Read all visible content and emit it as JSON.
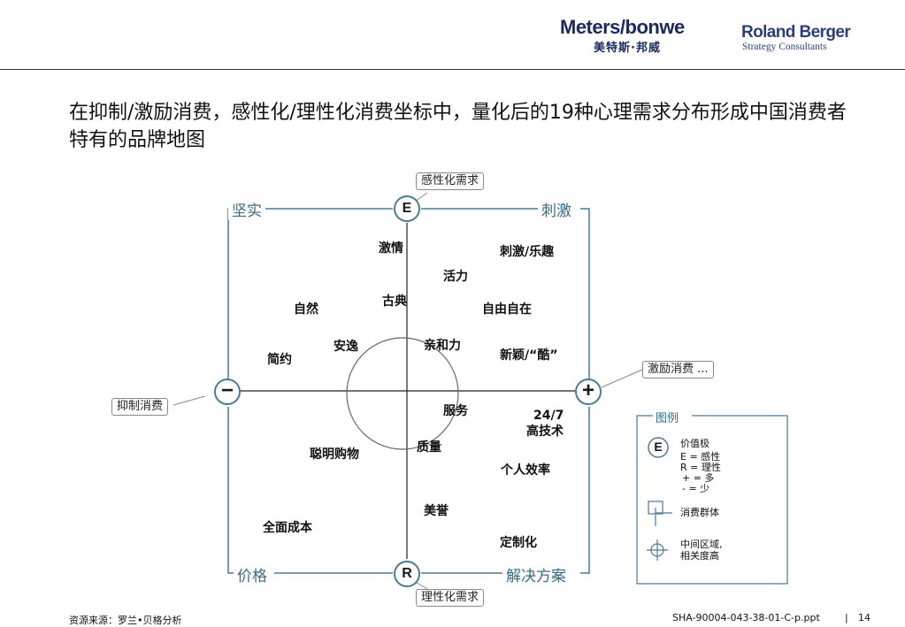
{
  "header": {
    "brand_en": "Meters/bonwe",
    "brand_cn": "美特斯·邦威",
    "consultant_name": "Roland Berger",
    "consultant_sub": "Strategy Consultants"
  },
  "title": "在抑制/激励消费，感性化/理性化消费坐标中，量化后的19种心理需求分布形成中国消费者特有的品牌地图",
  "axes": {
    "top_callout": "感性化需求",
    "bottom_callout": "理性化需求",
    "left_callout": "抑制消费",
    "right_callout": "激励消费 ...",
    "top_pole": "E",
    "bottom_pole": "R",
    "left_pole": "−",
    "right_pole": "+"
  },
  "quadrants": {
    "top_left": "坚实",
    "top_right": "刺激",
    "bottom_left": "价格",
    "bottom_right": "解决方案"
  },
  "needs": [
    "激情",
    "刺激/乐趣",
    "活力",
    "古典",
    "自然",
    "自由自在",
    "安逸",
    "亲和力",
    "新颖/“酷”",
    "简约",
    "服务",
    "24/7",
    "高技术",
    "质量",
    "聪明购物",
    "个人效率",
    "美誉",
    "全面成本",
    "定制化"
  ],
  "legend": {
    "title": "图例",
    "pole_symbol": "E",
    "pole_heading": "价值极",
    "pole_lines": [
      "E = 感性",
      "R = 理性",
      "+ = 多",
      "- = 少"
    ],
    "cluster_text": "消费群体",
    "center_lines": [
      "中间区域,",
      "相关度高"
    ]
  },
  "footer": {
    "source": "资源来源：罗兰•贝格分析",
    "doc_id": "SHA-90004-043-38-01-C-p.ppt",
    "separator": "|",
    "page": "14"
  },
  "colors": {
    "frame": "#4a7a94",
    "frame_label": "#3a6a84",
    "axis": "#222222",
    "brand": "#1a2a5e"
  }
}
